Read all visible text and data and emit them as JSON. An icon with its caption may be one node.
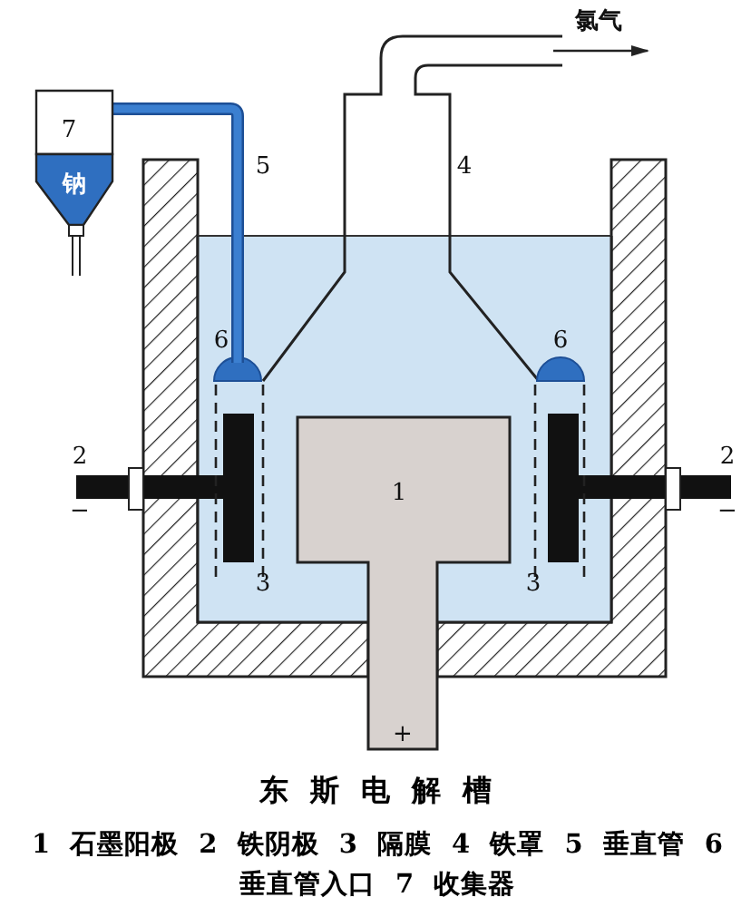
{
  "diagram": {
    "title": "东斯电解槽",
    "caption": "1 石墨阳极 2 铁阴极 3 隔膜 4 铁罩 5 垂直管 6 垂直管入口 7 收集器",
    "labels": [
      "氯气",
      "7",
      "钠",
      "5",
      "4",
      "6",
      "6",
      "2",
      "2",
      "−",
      "−",
      "1",
      "3",
      "3",
      "+"
    ]
  }
}
